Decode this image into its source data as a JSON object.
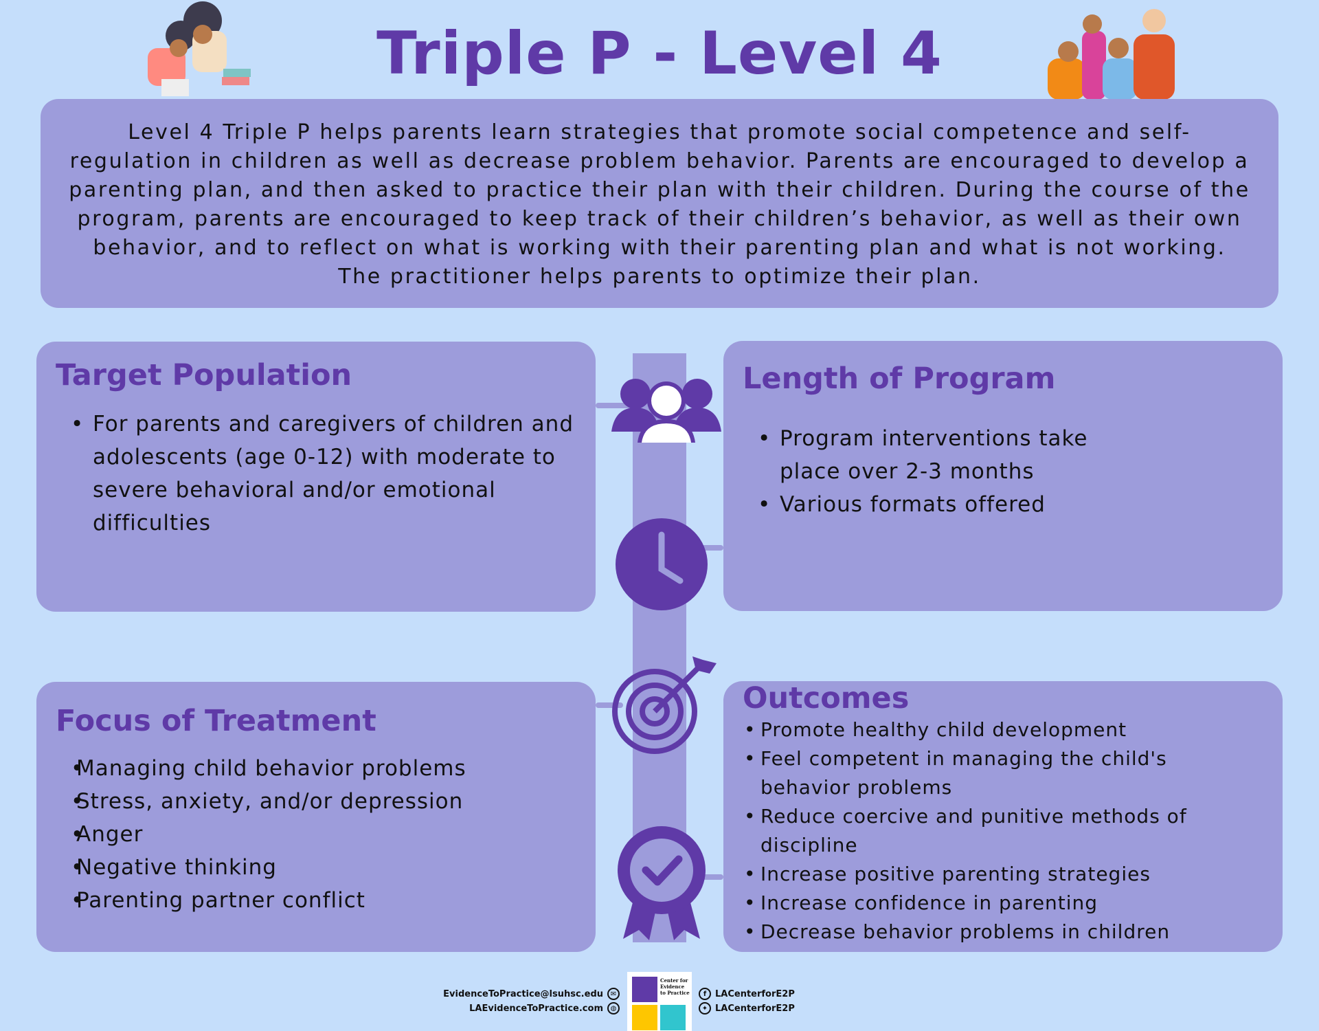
{
  "title": "Triple P - Level 4",
  "intro": "Level 4 Triple P helps parents learn strategies that promote social competence and self-regulation in children as well as decrease problem behavior. Parents are encouraged to develop a parenting plan, and then asked to practice their plan with their children. During the course of the program, parents are encouraged to keep track of their children’s behavior, as well as their own behavior, and to reflect on what is working with their parenting plan and what is not working. The practitioner helps parents to optimize their plan.",
  "target": {
    "heading": "Target Population",
    "items": [
      "For parents and caregivers of children and adolescents (age 0-12) with moderate to severe behavioral and/or emotional difficulties"
    ]
  },
  "length": {
    "heading": "Length of Program",
    "items": [
      "Program interventions take place over 2-3 months",
      "Various formats offered"
    ]
  },
  "focus": {
    "heading": "Focus of Treatment",
    "items": [
      "Managing child behavior problems",
      "Stress, anxiety, and/or depression",
      "Anger",
      "Negative thinking",
      "Parenting partner conflict"
    ]
  },
  "outcomes": {
    "heading": "Outcomes",
    "items": [
      "Promote healthy child development",
      "Feel competent in managing the child's behavior problems",
      "Reduce coercive and punitive methods of discipline",
      "Increase positive parenting strategies",
      "Increase confidence in parenting",
      "Decrease behavior problems in children"
    ]
  },
  "footer": {
    "email": "EvidenceToPractice@lsuhsc.edu",
    "website": "LAEvidenceToPractice.com",
    "facebook": "LACenterforE2P",
    "twitter": "LACenterforE2P",
    "logo_text": "Center for Evidence to Practice"
  },
  "colors": {
    "background": "#c5defb",
    "card": "#9d9cdb",
    "accent": "#5f3aa7",
    "logo_yellow": "#fec600",
    "logo_teal": "#31c5ce"
  }
}
